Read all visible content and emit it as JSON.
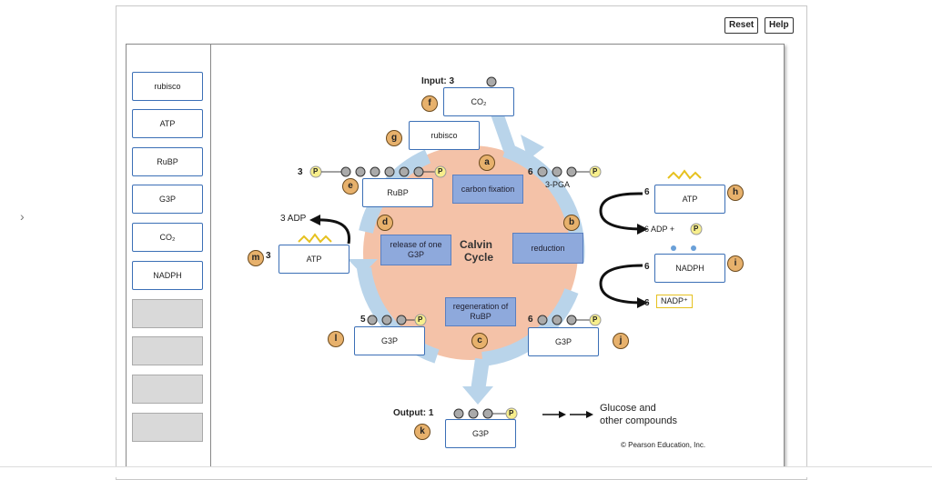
{
  "buttons": {
    "reset": "Reset",
    "help": "Help"
  },
  "bank": {
    "labels": [
      "rubisco",
      "ATP",
      "RuBP",
      "G3P",
      "CO₂",
      "NADPH"
    ]
  },
  "diagram": {
    "input_label": "Input: 3",
    "output_label": "Output: 1",
    "calvin_label_1": "Calvin",
    "calvin_label_2": "Cycle",
    "blue_boxes": {
      "carbon_fixation": "carbon fixation",
      "release": "release of one G3P",
      "reduction": "reduction",
      "regeneration": "regeneration of RuBP"
    },
    "placed": {
      "f": "CO₂",
      "g": "rubisco",
      "e": "RuBP",
      "h": "ATP",
      "m": "ATP",
      "i": "NADPH",
      "l": "G3P",
      "j": "G3P",
      "k": "G3P"
    },
    "letters": [
      "a",
      "b",
      "c",
      "d",
      "e",
      "f",
      "g",
      "h",
      "i",
      "j",
      "k",
      "l",
      "m"
    ],
    "texts": {
      "three": "3",
      "six": "6",
      "five": "5",
      "pga": "3-PGA",
      "three_adp": "3 ADP",
      "six_adp_plus": "6 ADP +",
      "nadp": "NADP⁺",
      "glucose1": "Glucose and",
      "glucose2": "other compounds",
      "p": "P",
      "copyright": "© Pearson Education, Inc."
    }
  },
  "colors": {
    "cycle_fill": "#f4c2a8",
    "arrow_blue": "#b9d4ea",
    "box_blue": "#8ea9dc",
    "letter_fill": "#e7b16c"
  }
}
